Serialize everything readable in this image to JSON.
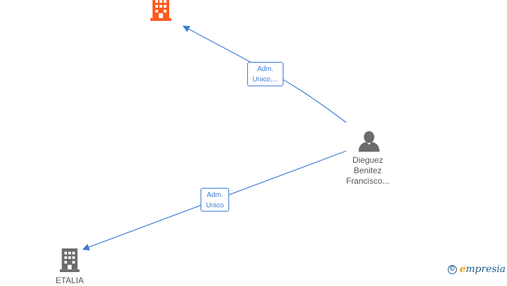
{
  "nodes": {
    "company_top": {
      "label": "",
      "color": "#ff5a1f",
      "icon": "building-icon"
    },
    "company_bottom": {
      "label": "ETALIA",
      "color": "#6b6b6b",
      "icon": "building-icon"
    },
    "person": {
      "lines": [
        "Dieguez",
        "Benitez",
        "Francisco..."
      ],
      "color": "#6b6b6b",
      "icon": "person-icon"
    }
  },
  "edges": [
    {
      "label_lines": [
        "Adm.",
        "Unico,..."
      ],
      "color": "#3a7bd5"
    },
    {
      "label_lines": [
        "Adm.",
        "Unico"
      ],
      "color": "#3a7bd5"
    }
  ],
  "brand": {
    "copyright": "©",
    "first_letter": "e",
    "name_rest": "mpresia"
  }
}
